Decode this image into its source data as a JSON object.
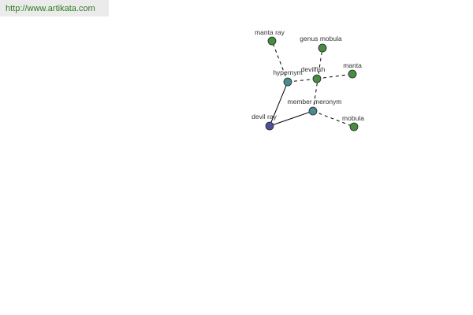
{
  "header": {
    "url": "http://www.artikata.com"
  },
  "colors": {
    "background": "#ffffff",
    "url_bar_bg": "#ebebeb",
    "url_text": "#2f7a23",
    "node_word": "#4a8a42",
    "node_relation": "#4b8a92",
    "node_root": "#4a4fa0",
    "edge": "#000000",
    "label": "#333333"
  },
  "graph": {
    "nodes": [
      {
        "id": "devil_ray",
        "label": "devil ray",
        "kind": "root"
      },
      {
        "id": "hypernym",
        "label": "hypernym",
        "kind": "relation"
      },
      {
        "id": "member_meronym",
        "label": "member meronym",
        "kind": "relation"
      },
      {
        "id": "manta_ray",
        "label": "manta ray",
        "kind": "word"
      },
      {
        "id": "genus_mobula",
        "label": "genus mobula",
        "kind": "word"
      },
      {
        "id": "devilfish",
        "label": "devilfish",
        "kind": "word"
      },
      {
        "id": "manta",
        "label": "manta",
        "kind": "word"
      },
      {
        "id": "mobula",
        "label": "mobula",
        "kind": "word"
      }
    ],
    "edges": [
      {
        "from": "devil_ray",
        "to": "hypernym",
        "style": "solid"
      },
      {
        "from": "devil_ray",
        "to": "member_meronym",
        "style": "solid"
      },
      {
        "from": "hypernym",
        "to": "manta_ray",
        "style": "dashed"
      },
      {
        "from": "hypernym",
        "to": "devilfish",
        "style": "dashed"
      },
      {
        "from": "member_meronym",
        "to": "genus_mobula",
        "style": "dashed"
      },
      {
        "from": "devilfish",
        "to": "manta",
        "style": "dashed"
      },
      {
        "from": "member_meronym",
        "to": "mobula",
        "style": "dashed"
      }
    ]
  }
}
